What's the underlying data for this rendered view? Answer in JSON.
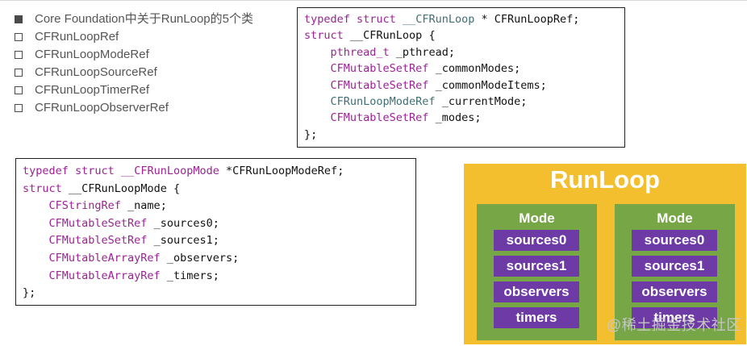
{
  "bullets": [
    {
      "marker": "filled-square",
      "text": "Core Foundation中关于RunLoop的5个类"
    },
    {
      "marker": "hollow-square",
      "text": "CFRunLoopRef"
    },
    {
      "marker": "hollow-square",
      "text": "CFRunLoopModeRef"
    },
    {
      "marker": "hollow-square",
      "text": "CFRunLoopSourceRef"
    },
    {
      "marker": "hollow-square",
      "text": "CFRunLoopTimerRef"
    },
    {
      "marker": "hollow-square",
      "text": "CFRunLoopObserverRef"
    }
  ],
  "code_runloop": {
    "line1": {
      "kw1": "typedef",
      "kw2": "struct",
      "ty": "__CFRunLoop",
      "rest": " * CFRunLoopRef;"
    },
    "line2": {
      "kw": "struct",
      "rest": " __CFRunLoop {"
    },
    "fields": [
      {
        "type": "pthread_t",
        "name": " _pthread;"
      },
      {
        "type": "CFMutableSetRef",
        "name": " _commonModes;"
      },
      {
        "type": "CFMutableSetRef",
        "name": " _commonModeItems;"
      },
      {
        "type": "CFRunLoopModeRef",
        "name": " _currentMode;"
      },
      {
        "type": "CFMutableSetRef",
        "name": " _modes;"
      }
    ],
    "close": "};"
  },
  "code_mode": {
    "line1": {
      "kw1": "typedef",
      "kw2": "struct",
      "ty": "__CFRunLoopMode",
      "rest": " *CFRunLoopModeRef;"
    },
    "line2": {
      "kw": "struct",
      "rest": " __CFRunLoopMode {"
    },
    "fields": [
      {
        "type": "CFStringRef",
        "name": " _name;"
      },
      {
        "type": "CFMutableSetRef",
        "name": " _sources0;"
      },
      {
        "type": "CFMutableSetRef",
        "name": " _sources1;"
      },
      {
        "type": "CFMutableArrayRef",
        "name": " _observers;"
      },
      {
        "type": "CFMutableArrayRef",
        "name": " _timers;"
      }
    ],
    "close": "};"
  },
  "diagram": {
    "title": "RunLoop",
    "modes": [
      {
        "label": "Mode",
        "items": [
          "sources0",
          "sources1",
          "observers",
          "timers"
        ]
      },
      {
        "label": "Mode",
        "items": [
          "sources0",
          "sources1",
          "observers",
          "timers"
        ]
      }
    ],
    "colors": {
      "background": "#f3bf2f",
      "mode": "#76a645",
      "item": "#6d3aa6"
    }
  },
  "watermark": "@稀土掘金技术社区"
}
